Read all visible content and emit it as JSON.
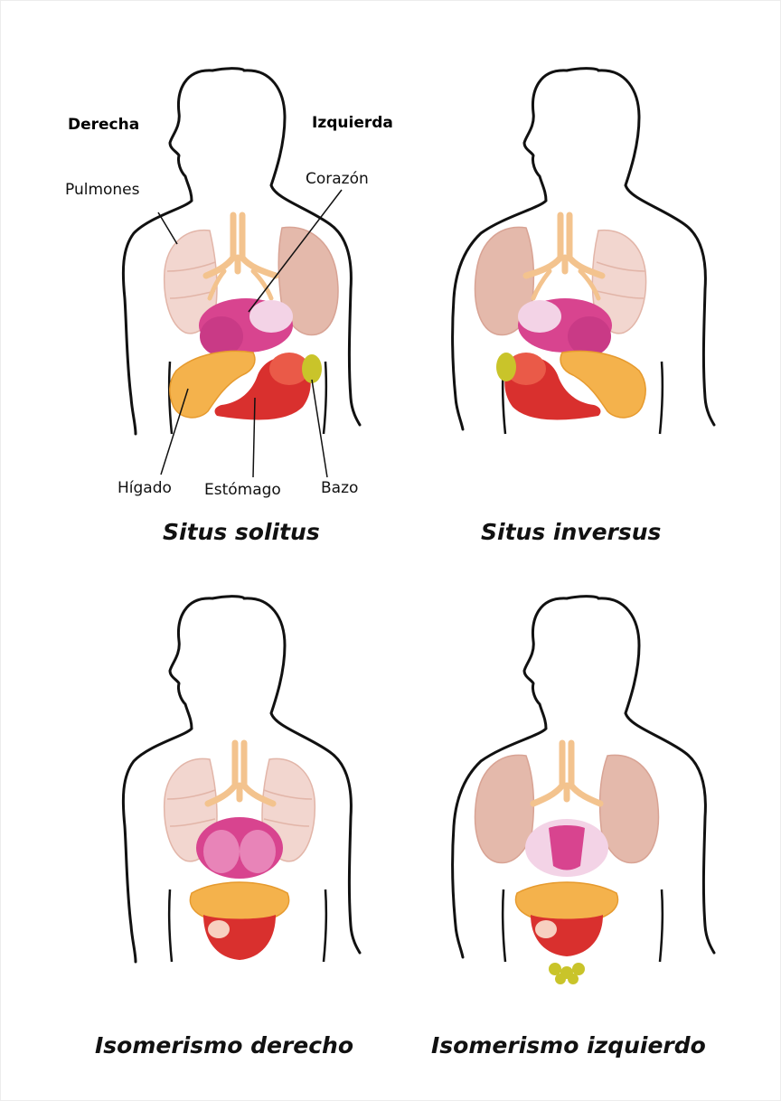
{
  "labels": {
    "right": "Derecha",
    "left": "Izquierda",
    "lungs": "Pulmones",
    "heart": "Corazón",
    "liver": "Hígado",
    "stomach": "Estómago",
    "spleen": "Bazo"
  },
  "panels": [
    {
      "id": "situs-solitus",
      "caption": "Situs solitus"
    },
    {
      "id": "situs-inversus",
      "caption": "Situs inversus"
    },
    {
      "id": "isomerismo-derecho",
      "caption": "Isomerismo derecho"
    },
    {
      "id": "isomerismo-izquierdo",
      "caption": "Isomerismo izquierdo"
    }
  ],
  "colors": {
    "outline": "#111111",
    "lung_light": "#f2d6cf",
    "lung_dark": "#e4b9ab",
    "trachea": "#f3c38e",
    "heart": "#d8448f",
    "heart_light": "#f3d3e6",
    "liver": "#f4b24c",
    "stomach": "#d9302e",
    "spleen": "#c9c42a"
  }
}
